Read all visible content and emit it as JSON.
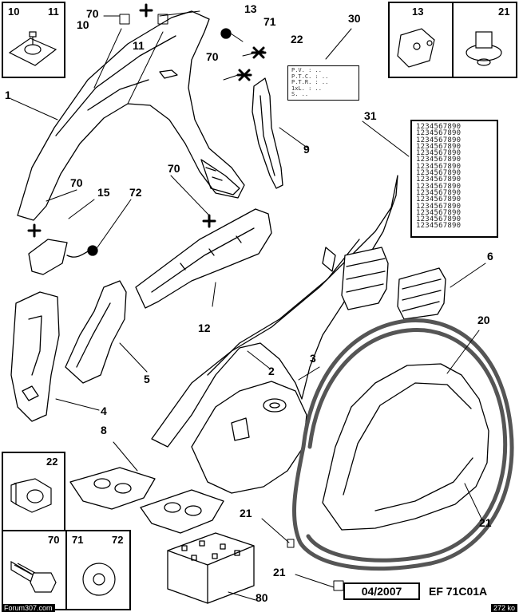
{
  "inset_boxes": {
    "top_left": {
      "labels": [
        "10",
        "11"
      ]
    },
    "top_right_a": {
      "label": "13"
    },
    "top_right_b": {
      "label": "21"
    },
    "bottom_left_a": {
      "label": "22"
    },
    "bottom_left_b": {
      "labels": [
        "70",
        "71",
        "72"
      ]
    }
  },
  "callouts": {
    "c70a": "70",
    "c13": "13",
    "c10": "10",
    "c11": "11",
    "c71": "71",
    "c22": "22",
    "c70b": "70",
    "c30": "30",
    "c1": "1",
    "c9": "9",
    "c31": "31",
    "c70c": "70",
    "c70d": "70",
    "c15": "15",
    "c72": "72",
    "c6": "6",
    "c12": "12",
    "c20": "20",
    "c5": "5",
    "c4": "4",
    "c2": "2",
    "c3": "3",
    "c8": "8",
    "c21a": "21",
    "c21b": "21",
    "c21c": "21",
    "c80": "80"
  },
  "card30_rows": [
    "P.V. :  ..",
    "P.T.C. :  ..",
    "P.T.R. :  ..",
    "1xL. :  ..",
    "S.      .."
  ],
  "grid31_rows": [
    "1234567890",
    "1234567890",
    "1234567890",
    "1234567890",
    "1234567890",
    "1234567890",
    "1234567890",
    "1234567890",
    "1234567890",
    "1234567890",
    "1234567890",
    "1234567890",
    "1234567890",
    "1234567890",
    "1234567890",
    "1234567890"
  ],
  "date": "04/2007",
  "ref_code": "EF 71C01A",
  "footer": {
    "left": "Forum307.com",
    "right": "272 ko"
  },
  "colors": {
    "line": "#000000",
    "circle_mark": "#555555"
  }
}
